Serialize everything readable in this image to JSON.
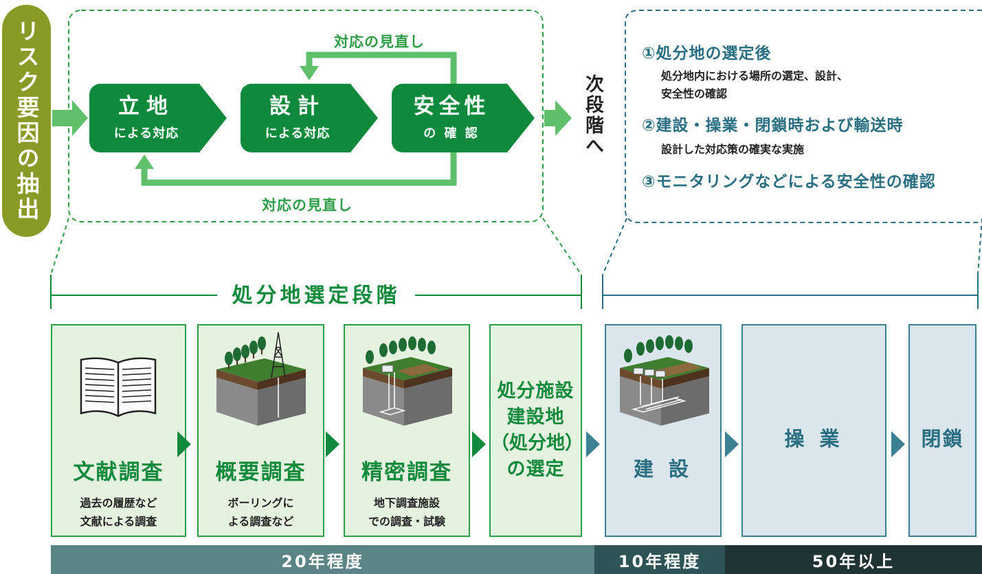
{
  "risk_extraction": "リスク要因の抽出",
  "steps": [
    {
      "title": "立地",
      "subtitle": "による対応"
    },
    {
      "title": "設計",
      "subtitle": "による対応"
    },
    {
      "title": "安全性",
      "subtitle": "の 確 認"
    }
  ],
  "review_top": "対応の見直し",
  "review_bottom": "対応の見直し",
  "next_stage": "次段階へ",
  "after_selection": {
    "items": [
      {
        "heading": "①処分地の選定後",
        "description_lines": [
          "処分地内における場所の選定、設計、",
          "安全性の確認"
        ]
      },
      {
        "heading": "②建設・操業・閉鎖時および輸送時",
        "description_lines": [
          "設計した対応策の確実な実施"
        ]
      },
      {
        "heading": "③モニタリングなどによる安全性の確認",
        "description_lines": []
      }
    ]
  },
  "stage_title": "処分地選定段階",
  "stages": [
    {
      "title": "文献調査",
      "sub": [
        "過去の履歴など",
        "文献による調査"
      ],
      "icon": "book-icon"
    },
    {
      "title": "概要調査",
      "sub": [
        "ボーリングに",
        "よる調査など"
      ],
      "icon": "boring-survey-icon"
    },
    {
      "title": "精密調査",
      "sub": [
        "地下調査施設",
        "での調査・試験"
      ],
      "icon": "underground-facility-icon"
    },
    {
      "title_lines": [
        "処分施設",
        "建設地",
        "（処分地）",
        "の選定"
      ]
    },
    {
      "title": "建 設",
      "icon": "construction-icon"
    },
    {
      "title": "操 業"
    },
    {
      "title": "閉鎖"
    }
  ],
  "timeline": [
    {
      "label": "20年程度",
      "color": "#5b8584"
    },
    {
      "label": "10年程度",
      "color": "#2f5455"
    },
    {
      "label": "50年以上",
      "color": "#1f3335"
    }
  ],
  "colors": {
    "green": "#0f8a3c",
    "light_green": "#5fbf6a",
    "olive": "#8a9a26",
    "teal": "#2a6e82"
  }
}
